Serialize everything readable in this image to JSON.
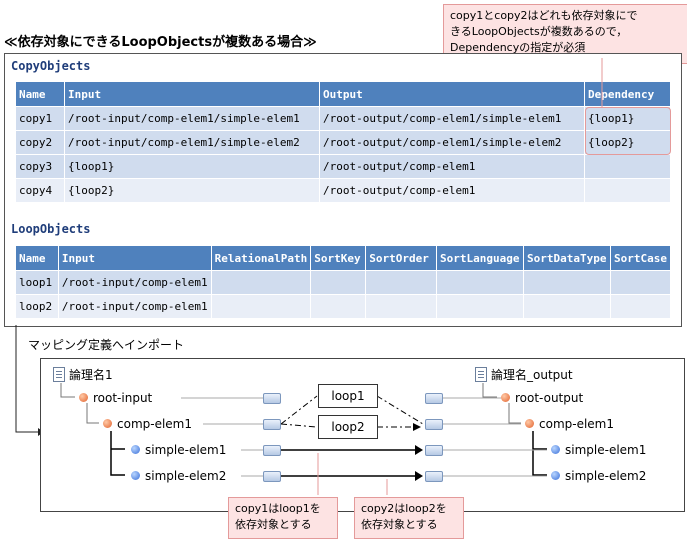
{
  "title": "≪依存対象にできるLoopObjectsが複数ある場合≫",
  "copy_objects": {
    "label": "CopyObjects",
    "headers": [
      "Name",
      "Input",
      "Output",
      "Dependency"
    ],
    "rows": [
      [
        "copy1",
        "/root-input/comp-elem1/simple-elem1",
        "/root-output/comp-elem1/simple-elem1",
        "{loop1}"
      ],
      [
        "copy2",
        "/root-input/comp-elem1/simple-elem2",
        "/root-output/comp-elem1/simple-elem2",
        "{loop2}"
      ],
      [
        "copy3",
        "{loop1}",
        "/root-output/comp-elem1",
        ""
      ],
      [
        "copy4",
        "{loop2}",
        "/root-output/comp-elem1",
        ""
      ]
    ]
  },
  "loop_objects": {
    "label": "LoopObjects",
    "headers": [
      "Name",
      "Input",
      "RelationalPath",
      "SortKey",
      "SortOrder",
      "SortLanguage",
      "SortDataType",
      "SortCase"
    ],
    "rows": [
      [
        "loop1",
        "/root-input/comp-elem1",
        "",
        "",
        "",
        "",
        "",
        ""
      ],
      [
        "loop2",
        "/root-input/comp-elem1",
        "",
        "",
        "",
        "",
        "",
        ""
      ]
    ]
  },
  "callout_top": {
    "line1": "copy1とcopy2はどれも依存対象にで",
    "line2": "きるLoopObjectsが複数あるので，",
    "line3": "Dependencyの指定が必須"
  },
  "import_label": "マッピング定義へインポート",
  "mapping": {
    "left_root_name": "論理名1",
    "right_root_name": "論理名_output",
    "left_nodes": [
      "root-input",
      "comp-elem1",
      "simple-elem1",
      "simple-elem2"
    ],
    "right_nodes": [
      "root-output",
      "comp-elem1",
      "simple-elem1",
      "simple-elem2"
    ],
    "loops": [
      "loop1",
      "loop2"
    ]
  },
  "callout_bottom_1": {
    "line1": "copy1はloop1を",
    "line2": "依存対象とする"
  },
  "callout_bottom_2": {
    "line1": "copy2はloop2を",
    "line2": "依存対象とする"
  },
  "colors": {
    "header_blue": "#4f81bd",
    "row_dark": "#d0dcee",
    "row_light": "#e9eef7",
    "callout_pink": "#fde3e3"
  }
}
